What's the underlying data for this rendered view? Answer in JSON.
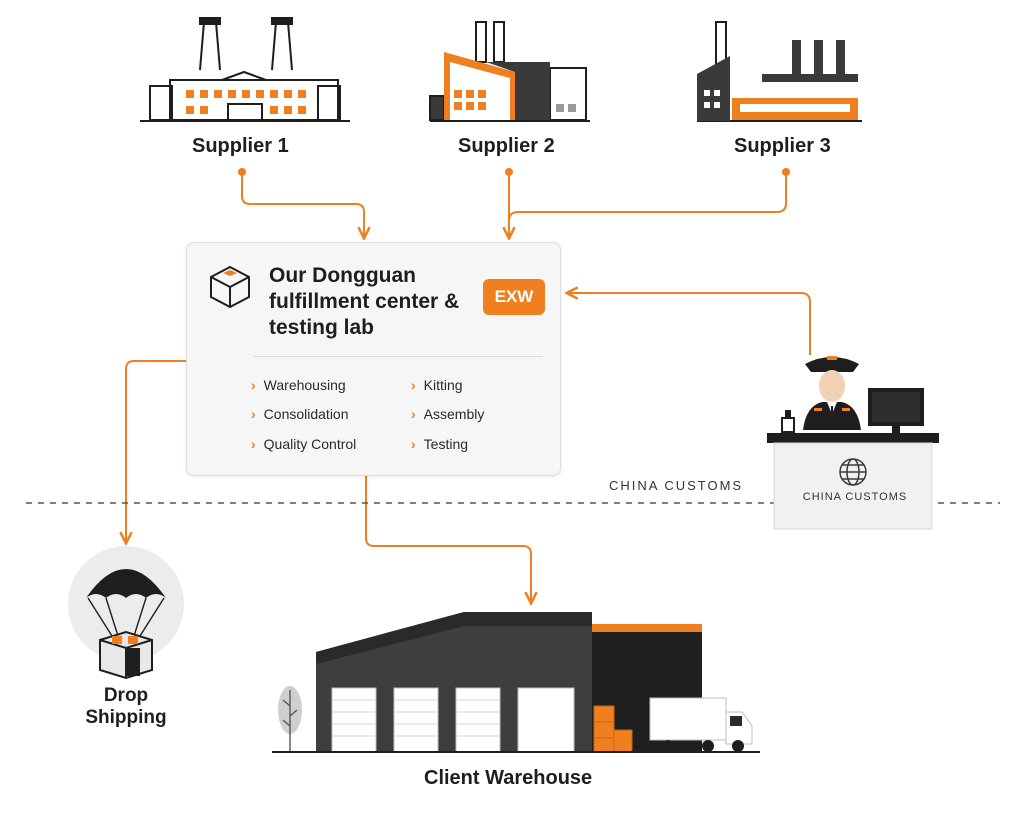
{
  "suppliers": [
    {
      "label": "Supplier 1"
    },
    {
      "label": "Supplier 2"
    },
    {
      "label": "Supplier 3"
    }
  ],
  "center": {
    "title": "Our Dongguan fulfillment center & testing lab",
    "badge": "EXW",
    "services": [
      "Warehousing",
      "Kitting",
      "Consolidation",
      "Assembly",
      "Quality Control",
      "Testing"
    ]
  },
  "customs": {
    "line_label": "CHINA CUSTOMS",
    "desk_label": "CHINA CUSTOMS"
  },
  "drop_shipping": {
    "label": "Drop Shipping"
  },
  "client_warehouse": {
    "label": "Client Warehouse"
  },
  "colors": {
    "accent": "#f07f1f",
    "dark": "#3a3a3a",
    "text": "#1e1e1e"
  }
}
